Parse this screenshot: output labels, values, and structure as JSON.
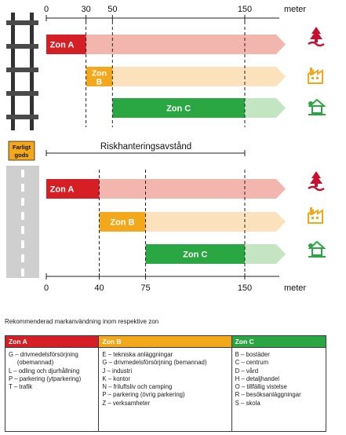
{
  "top_axis": {
    "ticks": [
      {
        "value": 0,
        "label": "0"
      },
      {
        "value": 30,
        "label": "30"
      },
      {
        "value": 50,
        "label": "50"
      },
      {
        "value": 150,
        "label": "150"
      }
    ],
    "unit": "meter"
  },
  "bottom_axis": {
    "ticks": [
      {
        "value": 0,
        "label": "0"
      },
      {
        "value": 40,
        "label": "40"
      },
      {
        "value": 75,
        "label": "75"
      },
      {
        "value": 150,
        "label": "150"
      }
    ],
    "unit": "meter"
  },
  "rail_section": {
    "zones": [
      {
        "label": "Zon A",
        "start": 0,
        "end": 30,
        "color": "#d51f25",
        "fade": "#f2b6ae"
      },
      {
        "label": "Zon B",
        "start": 30,
        "end": 50,
        "color": "#f3a81b",
        "fade": "#fbe2bd"
      },
      {
        "label": "Zon C",
        "start": 50,
        "end": 150,
        "color": "#2aa642",
        "fade": "#c3e5c2"
      }
    ]
  },
  "road_section": {
    "zones": [
      {
        "label": "Zon A",
        "start": 0,
        "end": 40,
        "color": "#d51f25",
        "fade": "#f2b6ae"
      },
      {
        "label": "Zon B",
        "start": 40,
        "end": 75,
        "color": "#f3a81b",
        "fade": "#fbe2bd"
      },
      {
        "label": "Zon C",
        "start": 75,
        "end": 150,
        "color": "#2aa642",
        "fade": "#c3e5c2"
      }
    ]
  },
  "middle": {
    "badge_line1": "Farligt",
    "badge_line2": "gods",
    "distance_label": "Riskhanteringsavstånd"
  },
  "icons": [
    "forest-icon",
    "industry-icon",
    "house-icon"
  ],
  "table": {
    "title": "Rekommenderad markanvändning inom respektive zon",
    "columns": [
      {
        "header": "Zon A",
        "color": "#d51f25",
        "items": [
          "G – drivmedelsförsörjning",
          "     (obemannad)",
          "L – odling och djurhållning",
          "P – parkering (ytparkering)",
          "T – trafik"
        ]
      },
      {
        "header": "Zon B",
        "color": "#f3a81b",
        "items": [
          "E – tekniska anläggningar",
          "G – drivmedelsförsörjning (bemannad)",
          "J – industri",
          "K – kontor",
          "N – friluftsliv och camping",
          "P – parkering (övrig parkering)",
          "Z – verksamheter"
        ]
      },
      {
        "header": "Zon C",
        "color": "#2aa642",
        "items": [
          "B – bostäder",
          "C – centrum",
          "D – vård",
          "H – detaljhandel",
          "O – tillfällig vistelse",
          "R – besöksanläggningar",
          "S – skola"
        ]
      }
    ]
  }
}
